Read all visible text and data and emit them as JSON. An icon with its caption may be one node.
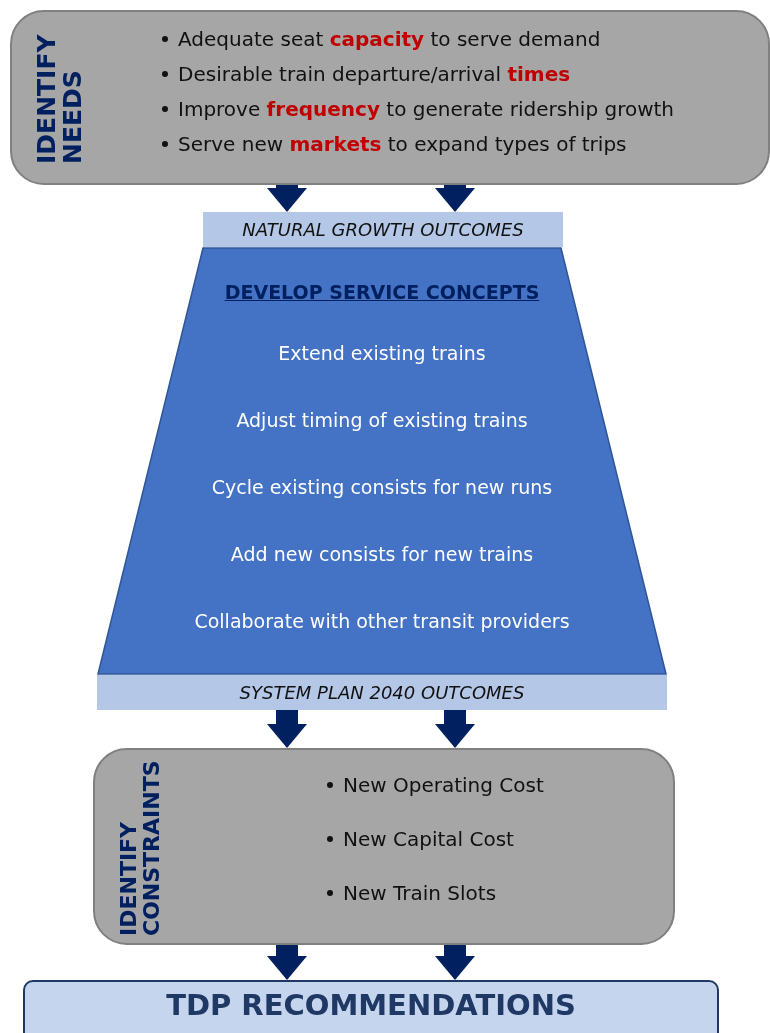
{
  "diagram": {
    "nodes": [
      {
        "text": [
          "IDENTIFY NEEDS",
          "Adequate seat **capacity** to serve demand",
          "Desirable train departure/arrival **times**",
          "Improve **frequency** to generate ridership growth",
          "Serve new **markets** to expand types of trips"
        ]
      },
      {
        "text": [
          "NATURAL GROWTH OUTCOMES"
        ]
      },
      {
        "text": [
          "DEVELOP SERVICE CONCEPTS",
          "Extend existing trains",
          "Adjust timing of existing trains",
          "Cycle existing consists for new runs",
          "Add new consists for new trains",
          "Collaborate with other transit providers"
        ]
      },
      {
        "text": [
          "SYSTEM PLAN 2040 OUTCOMES"
        ]
      },
      {
        "text": [
          "IDENTIFY CONSTRAINTS",
          "New Operating Cost",
          "New Capital Cost",
          "New Train Slots"
        ]
      },
      {
        "text": [
          "TDP RECOMMENDATIONS"
        ]
      }
    ],
    "edges": [
      {
        "from": 0,
        "to": 1,
        "arrow": "to"
      },
      {
        "from": 0,
        "to": 1,
        "arrow": "to"
      },
      {
        "from": 3,
        "to": 4,
        "arrow": "to"
      },
      {
        "from": 3,
        "to": 4,
        "arrow": "to"
      },
      {
        "from": 4,
        "to": 5,
        "arrow": "to"
      },
      {
        "from": 4,
        "to": 5,
        "arrow": "to"
      }
    ]
  }
}
